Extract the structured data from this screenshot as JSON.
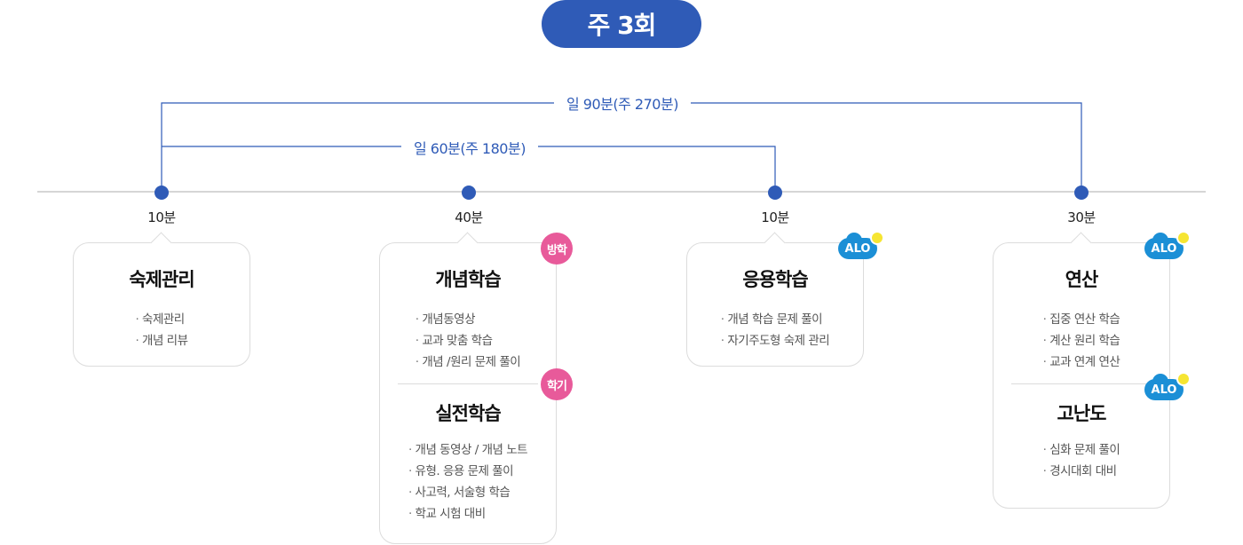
{
  "header": {
    "title": "주 3회"
  },
  "brackets": {
    "outer": "일 90분(주 270분)",
    "inner": "일 60분(주 180분)"
  },
  "columns": [
    {
      "time": "10분",
      "sections": [
        {
          "title": "숙제관리",
          "items": [
            "숙제관리",
            "개념 리뷰"
          ]
        }
      ]
    },
    {
      "time": "40분",
      "sections": [
        {
          "title": "개념학습",
          "tag": "방학",
          "items": [
            "개념동영상",
            "교과 맞춤 학습",
            "개념 /원리 문제 풀이"
          ]
        },
        {
          "title": "실전학습",
          "tag": "학기",
          "items": [
            "개념 동영상 / 개념 노트",
            "유형. 응용 문제 풀이",
            "사고력, 서술형 학습",
            "학교 시험 대비"
          ]
        }
      ]
    },
    {
      "time": "10분",
      "sections": [
        {
          "title": "응용학습",
          "badge": "alo",
          "items": [
            "개념 학습 문제 풀이",
            "자기주도형 숙제 관리"
          ]
        }
      ]
    },
    {
      "time": "30분",
      "sections": [
        {
          "title": "연산",
          "badge": "alo",
          "items": [
            "집중 연산 학습",
            "계산 원리 학습",
            "교과 연계 연산"
          ]
        },
        {
          "title": "고난도",
          "badge": "alo",
          "items": [
            "심화 문제 풀이",
            "경시대회 대비"
          ]
        }
      ]
    }
  ],
  "badge_text": "ALO",
  "colors": {
    "primary": "#2f5bb7",
    "tag": "#e85a9a",
    "alo": "#1b8fd6",
    "alo_sun": "#f6e532"
  }
}
